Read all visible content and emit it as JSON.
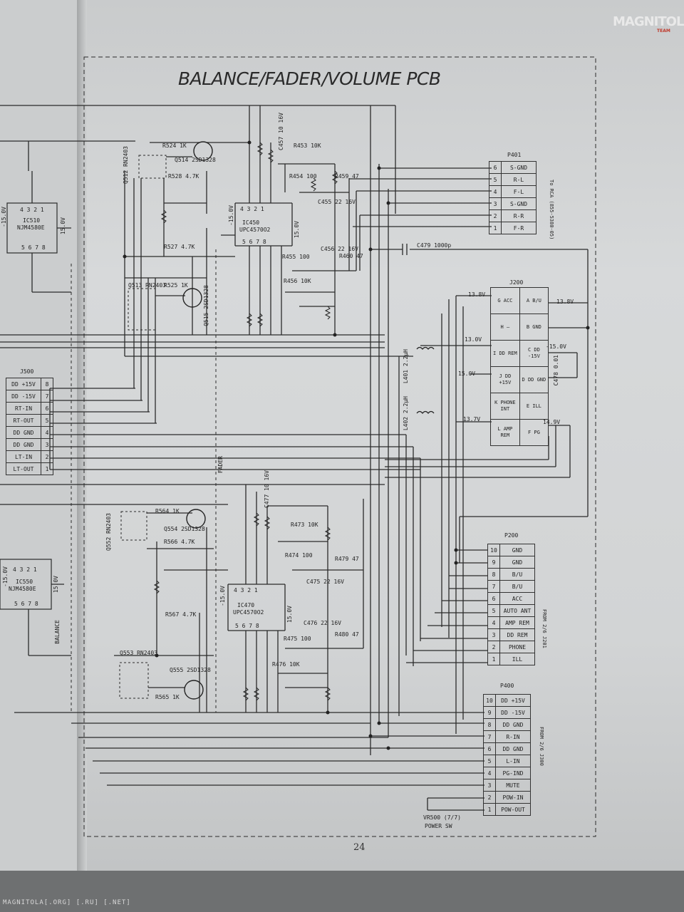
{
  "title": "BALANCE/FADER/VOLUME PCB",
  "page_number": "24",
  "footer": "MAGNITOLA[.ORG] [.RU] [.NET]",
  "logo": {
    "text": "MAGNITOLA",
    "sub": "TEAM"
  },
  "p401": {
    "name": "P401",
    "note": "To RCA (855-5380-05)",
    "rows": [
      {
        "num": "6",
        "sig": "S-GND"
      },
      {
        "num": "5",
        "sig": "R-L"
      },
      {
        "num": "4",
        "sig": "F-L"
      },
      {
        "num": "3",
        "sig": "S-GND"
      },
      {
        "num": "2",
        "sig": "R-R"
      },
      {
        "num": "1",
        "sig": "F-R"
      }
    ]
  },
  "j200": {
    "name": "J200",
    "rows": [
      {
        "l": "G ACC",
        "r": "A B/U"
      },
      {
        "l": "H —",
        "r": "B GND"
      },
      {
        "l": "I DD REM",
        "r": "C DD -15V"
      },
      {
        "l": "J DD +15V",
        "r": "D DD GND"
      },
      {
        "l": "K PHONE INT",
        "r": "E ILL"
      },
      {
        "l": "L AMP REM",
        "r": "F PG"
      }
    ],
    "voltages": [
      "13.8V",
      "13.8V",
      "13.0V",
      "-15.0V",
      "15.0V",
      "13.7V",
      "14.9V"
    ]
  },
  "j500": {
    "name": "J500",
    "rows": [
      {
        "num": "8",
        "sig": "DD +15V"
      },
      {
        "num": "7",
        "sig": "DD -15V"
      },
      {
        "num": "6",
        "sig": "RT-IN"
      },
      {
        "num": "5",
        "sig": "RT-OUT"
      },
      {
        "num": "4",
        "sig": "DD GND"
      },
      {
        "num": "3",
        "sig": "DD GND"
      },
      {
        "num": "2",
        "sig": "LT-IN"
      },
      {
        "num": "1",
        "sig": "LT-OUT"
      }
    ]
  },
  "p200": {
    "name": "P200",
    "note": "FROM 2/6 J201",
    "rows": [
      {
        "num": "10",
        "sig": "GND"
      },
      {
        "num": "9",
        "sig": "GND"
      },
      {
        "num": "8",
        "sig": "B/U"
      },
      {
        "num": "7",
        "sig": "B/U"
      },
      {
        "num": "6",
        "sig": "ACC"
      },
      {
        "num": "5",
        "sig": "AUTO ANT"
      },
      {
        "num": "4",
        "sig": "AMP REM"
      },
      {
        "num": "3",
        "sig": "DD REM"
      },
      {
        "num": "2",
        "sig": "PHONE"
      },
      {
        "num": "1",
        "sig": "ILL"
      }
    ]
  },
  "p400": {
    "name": "P400",
    "note": "FROM 2/6 J300",
    "rows": [
      {
        "num": "10",
        "sig": "DD +15V"
      },
      {
        "num": "9",
        "sig": "DD -15V"
      },
      {
        "num": "8",
        "sig": "DD GND"
      },
      {
        "num": "7",
        "sig": "R-IN"
      },
      {
        "num": "6",
        "sig": "DD GND"
      },
      {
        "num": "5",
        "sig": "L-IN"
      },
      {
        "num": "4",
        "sig": "PG-IND"
      },
      {
        "num": "3",
        "sig": "MUTE"
      },
      {
        "num": "2",
        "sig": "POW-IN"
      },
      {
        "num": "1",
        "sig": "POW-OUT"
      }
    ]
  },
  "ic": {
    "ic450": {
      "name": "IC450",
      "part": "UPC4570O2",
      "pins_top": "4 3 2 1",
      "pins_bot": "5 6 7 8",
      "v1": "-15.0V",
      "v2": "15.0V"
    },
    "ic470": {
      "name": "IC470",
      "part": "UPC4570O2",
      "pins_top": "4 3 2 1",
      "pins_bot": "5 6 7 8",
      "v1": "-15.0V",
      "v2": "15.0V"
    },
    "ic510": {
      "name": "IC510",
      "part": "NJM4580E",
      "pins_top": "4 3 2 1",
      "pins_bot": "5 6 7 8",
      "v1": "-15.0V",
      "v2": "15.0V"
    },
    "ic550": {
      "name": "IC550",
      "part": "NJM4580E",
      "pins_top": "4 3 2 1",
      "pins_bot": "5 6 7 8",
      "v1": "-15.0V",
      "v2": "15.0V"
    }
  },
  "labels": {
    "c479": "C479 1000p",
    "fader": "FADER",
    "balance": "BALANCE",
    "power_sw": "POWER SW",
    "vr500": "VR500 (7/7)",
    "r524": "R524 1K",
    "q514": "Q514 2SD1328",
    "r528": "R528 4.7K",
    "q512": "Q512 RN2403",
    "r527": "R527 4.7K",
    "r525": "R525 1K",
    "q513": "Q513 RN2403",
    "q515": "Q515 2SD1328",
    "r564": "R564 1K",
    "q554": "Q554 2SD1328",
    "r566": "R566 4.7K",
    "q552": "Q552 RN2403",
    "r567": "R567 4.7K",
    "q553": "Q553 RN2403",
    "q555": "Q555 2SD1328",
    "r565": "R565 1K",
    "r453": "R453 10K",
    "r454": "R454 100",
    "r459": "R459 47",
    "c455": "C455 22 16V",
    "r455": "R455 100",
    "c456": "C456 22 16V",
    "r460": "R460 47",
    "r456": "R456 10K",
    "r473": "R473 10K",
    "r474": "R474 100",
    "r479": "R479 47",
    "c475": "C475 22 16V",
    "r475": "R475 100",
    "c476": "C476 22 16V",
    "r480": "R480 47",
    "r476": "R476 10K",
    "c457": "C457 10 16V",
    "c477": "C477 10 16V",
    "l401": "L401 2.2μH",
    "l402": "L402 2.2μH",
    "c478": "C478 0.01"
  }
}
